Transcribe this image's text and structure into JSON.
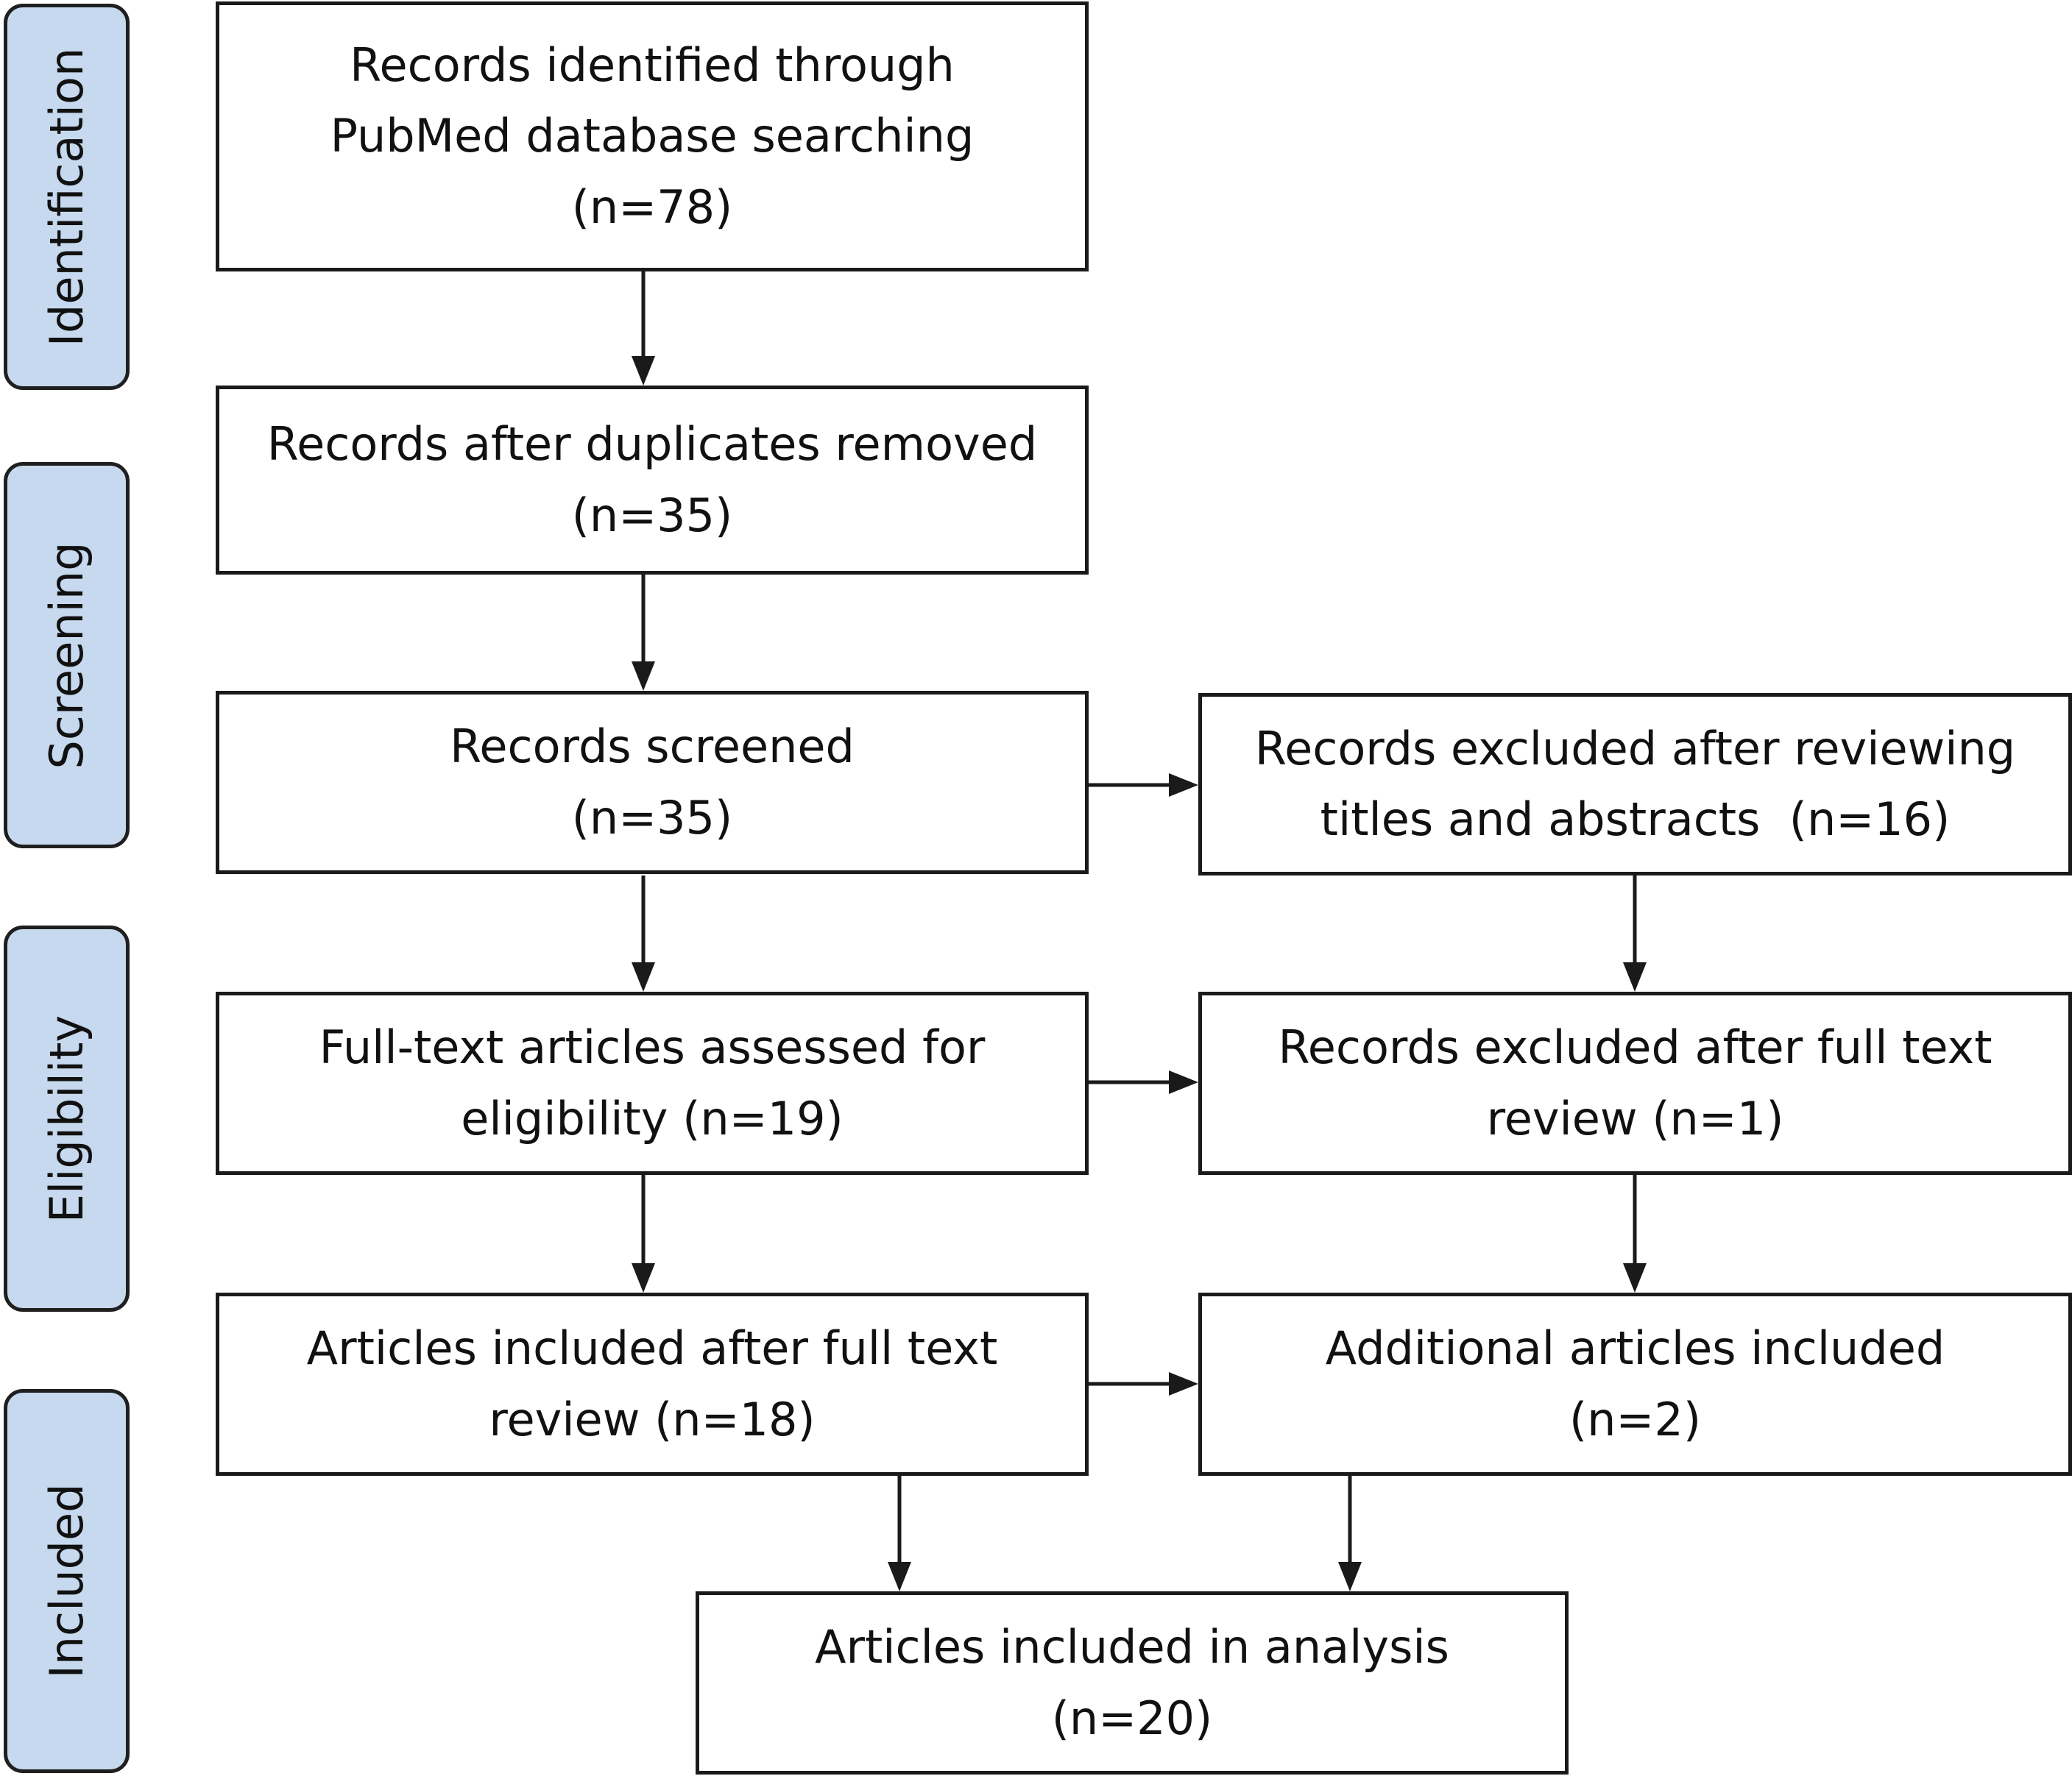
{
  "stages": [
    {
      "id": "identification",
      "label": "Identification"
    },
    {
      "id": "screening",
      "label": "Screening"
    },
    {
      "id": "eligibility",
      "label": "Eligibility"
    },
    {
      "id": "included",
      "label": "Included"
    }
  ],
  "boxes": {
    "identified": {
      "lines": [
        "Records identified through",
        "PubMed database searching",
        "(n=78)"
      ]
    },
    "after_duplicates": {
      "lines": [
        "Records after duplicates removed",
        "(n=35)"
      ]
    },
    "screened": {
      "lines": [
        "Records screened",
        "(n=35)"
      ]
    },
    "excluded_titles": {
      "lines": [
        "Records excluded after reviewing",
        "titles and abstracts  (n=16)"
      ]
    },
    "fulltext_assessed": {
      "lines": [
        "Full-text articles assessed for",
        "eligibility (n=19)"
      ]
    },
    "excluded_fulltext": {
      "lines": [
        "Records excluded after full text",
        "review (n=1)"
      ]
    },
    "included_fulltext": {
      "lines": [
        "Articles included after full text",
        "review (n=18)"
      ]
    },
    "additional": {
      "lines": [
        "Additional articles included",
        "(n=2)"
      ]
    },
    "analysis": {
      "lines": [
        "Articles included in analysis",
        "(n=20)"
      ]
    }
  },
  "colors": {
    "stage_fill": "#c6d9ee",
    "stroke": "#1a1a1a"
  }
}
